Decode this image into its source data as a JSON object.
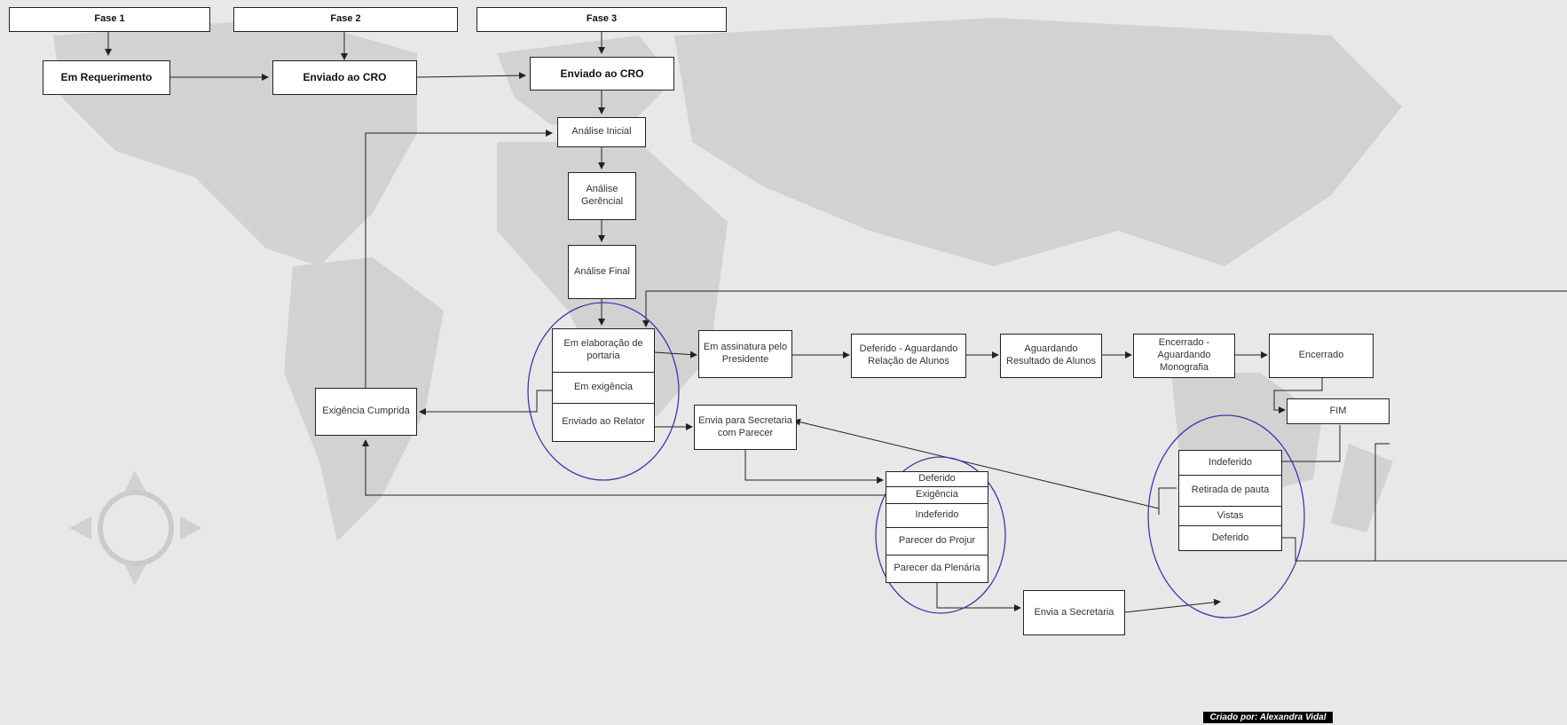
{
  "phases": {
    "p1": "Fase 1",
    "p2": "Fase 2",
    "p3": "Fase 3"
  },
  "nodes": {
    "em_requerimento": "Em Requerimento",
    "enviado_cro_1": "Enviado ao CRO",
    "enviado_cro_2": "Enviado ao CRO",
    "analise_inicial": "Análise Inicial",
    "analise_gerencial": "Análise Gerêncial",
    "analise_final": "Análise Final",
    "em_elaboracao": "Em elaboração de portaria",
    "em_exigencia": "Em exigência",
    "enviado_relator": "Enviado ao Relator",
    "exigencia_cumprida": "Exigência Cumprida",
    "em_assinatura": "Em assinatura pelo Presidente",
    "deferido_aguardando": "Deferido - Aguardando Relação de Alunos",
    "aguardando_resultado": "Aguardando Resultado de Alunos",
    "encerrado_aguardando": "Encerrado - Aguardando Monografia",
    "encerrado": "Encerrado",
    "fim": "FIM",
    "envia_secretaria_parecer": "Envia para Secretaria com Parecer",
    "deferido_a": "Deferido",
    "exigencia": "Exigência",
    "indeferido_a": "Indeferido",
    "parecer_projur": "Parecer do Projur",
    "parecer_plenaria": "Parecer da Plenária",
    "envia_secretaria": "Envia a Secretaria",
    "indeferido_b": "Indeferido",
    "retirada_pauta": "Retirada de pauta",
    "vistas": "Vistas",
    "deferido_b": "Deferido"
  },
  "credit": "Criado por: Alexandra Vidal",
  "colors": {
    "background": "#e8e8e8",
    "map": "#cfcfcf",
    "box_border": "#222222",
    "ellipse": "#3a3aa8",
    "line": "#222222"
  }
}
